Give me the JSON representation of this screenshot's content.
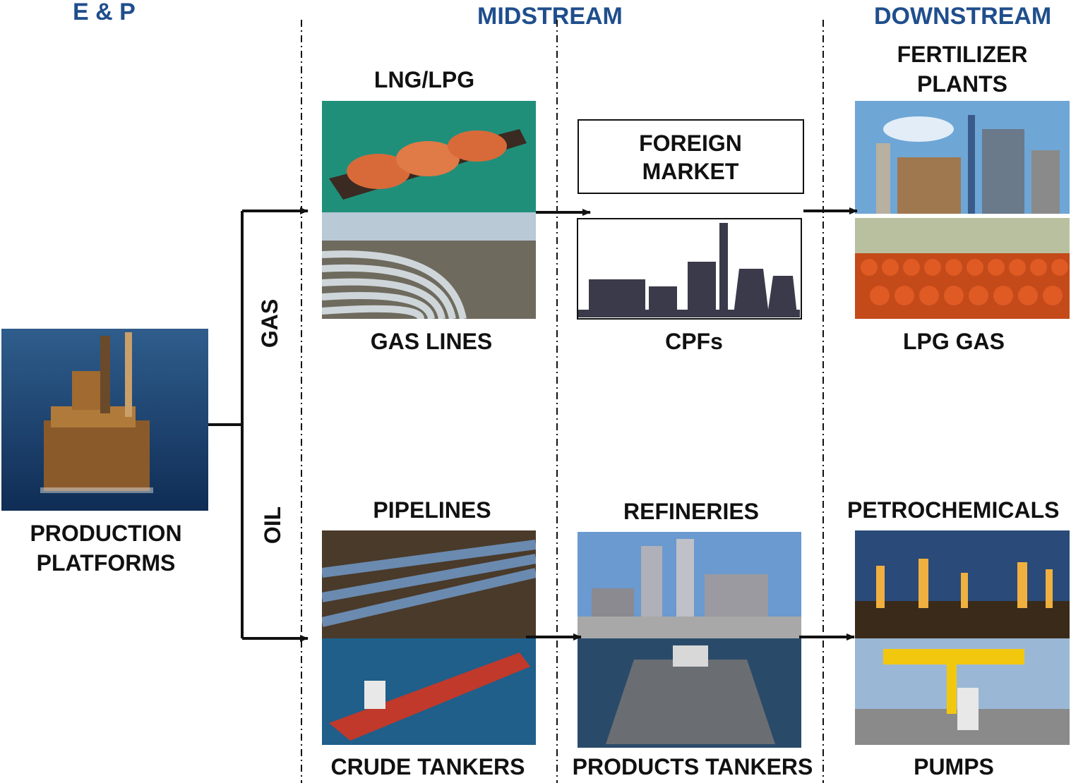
{
  "headers": {
    "ep": "E & P",
    "midstream": "MIDSTREAM",
    "downstream": "DOWNSTREAM"
  },
  "branches": {
    "gas": "GAS",
    "oil": "OIL"
  },
  "nodes": {
    "production_platforms": {
      "line1": "PRODUCTION",
      "line2": "PLATFORMS"
    },
    "lng_lpg": "LNG/LPG",
    "gas_lines": "GAS LINES",
    "foreign_market": {
      "line1": "FOREIGN",
      "line2": "MARKET"
    },
    "cpfs": "CPFs",
    "fertilizer_plants": {
      "line1": "FERTILIZER",
      "line2": "PLANTS"
    },
    "lpg_gas": "LPG GAS",
    "pipelines": "PIPELINES",
    "crude_tankers": "CRUDE TANKERS",
    "refineries": "REFINERIES",
    "products_tankers": "PRODUCTS TANKERS",
    "petrochemicals": "PETROCHEMICALS",
    "pumps": "PUMPS"
  },
  "colors": {
    "header": "#1f4e8c",
    "text": "#111111"
  }
}
